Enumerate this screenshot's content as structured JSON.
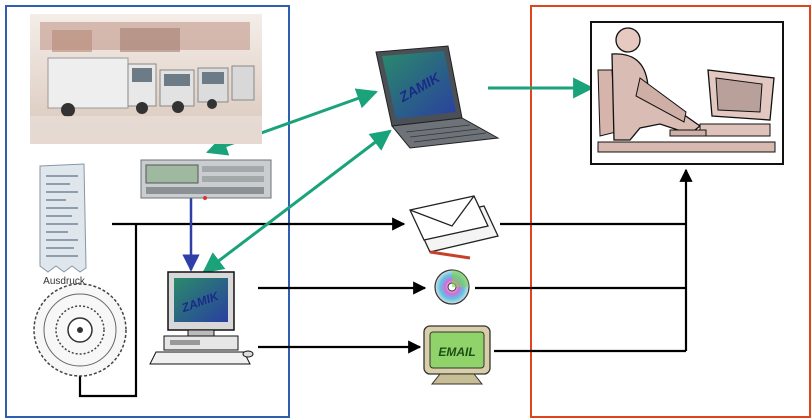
{
  "diagram": {
    "left_box": {
      "border_color": "#2f5fb0"
    },
    "right_box": {
      "border_color": "#e0441c"
    },
    "items": {
      "trucks_photo": {
        "icon": "truck-fleet-photo"
      },
      "tachograph": {
        "icon": "tachograph-device-icon"
      },
      "printout": {
        "icon": "printout-strip-icon",
        "label": "Ausdruck"
      },
      "tacho_disc": {
        "icon": "tachograph-disc-icon"
      },
      "laptop": {
        "icon": "laptop-icon",
        "screen_text": "ZAMIK"
      },
      "desktop": {
        "icon": "desktop-computer-icon",
        "screen_text": "ZAMIK"
      },
      "mail": {
        "icon": "mail-envelopes-icon"
      },
      "cd": {
        "icon": "cd-disc-icon"
      },
      "email_monitor": {
        "icon": "email-monitor-icon",
        "screen_text": "EMAIL"
      },
      "office_worker": {
        "icon": "person-at-computer-icon"
      }
    },
    "connector_colors": {
      "green": "#1aa37a",
      "blue": "#2e3fa8",
      "black": "#000000"
    }
  }
}
